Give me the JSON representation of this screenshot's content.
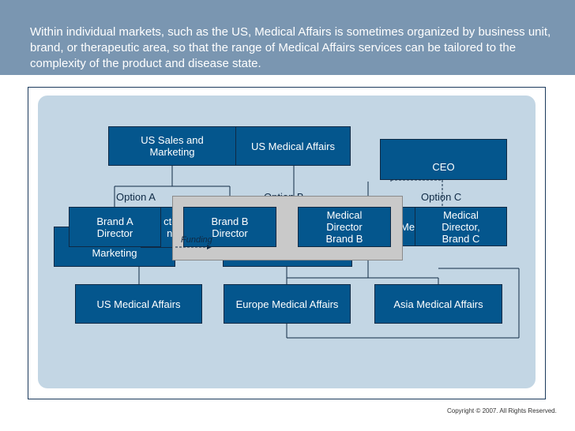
{
  "header": {
    "text": "Within individual markets, such as the US, Medical Affairs is sometimes organized by business unit, brand, or therapeutic area, so that the range of Medical Affairs services can be tailored to the complexity of the product and disease state."
  },
  "options": {
    "a": "Option A",
    "b": "Option B",
    "c": "Option C"
  },
  "boxes": {
    "us_sales_marketing": "US Sales and\nMarketing",
    "us_medical_affairs_top": "US Medical Affairs",
    "ceo": "CEO",
    "marketing_partial": "Marketing",
    "bu_director_partial": "ctor\nnit",
    "brand_a_director": "Brand A\nDirector",
    "brand_b_director": "Brand B\nDirector",
    "medical_director_brand_b": "Medical\nDirector\nBrand B",
    "me_partial": "Me",
    "medical_director_brand_c": "Medical\nDirector,\nBrand C",
    "us_medical_affairs": "US Medical Affairs",
    "europe_medical_affairs": "Europe Medical Affairs",
    "asia_medical_affairs": "Asia Medical Affairs"
  },
  "funding_label": "Funding",
  "copyright": "Copyright © 2007.  All Rights Reserved.",
  "colors": {
    "header_bg": "#7a96b1",
    "box_fill": "#04568d",
    "panel_bg": "#c3d6e4",
    "gray_panel": "#c9c9c9"
  }
}
